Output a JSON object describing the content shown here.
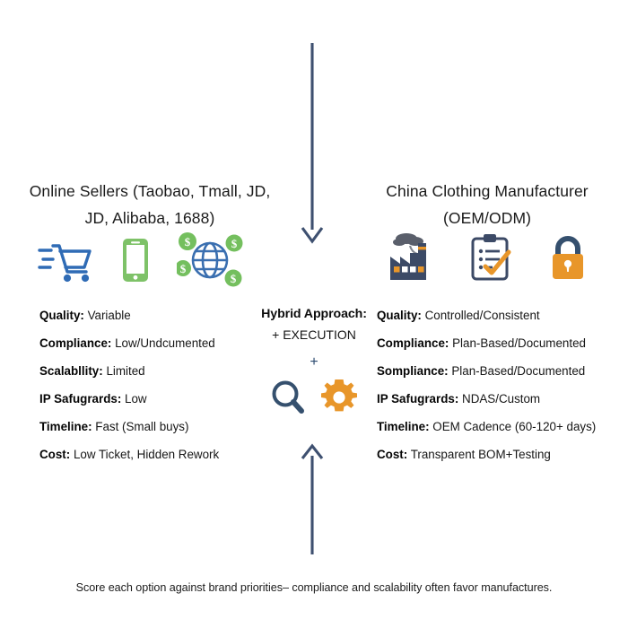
{
  "palette": {
    "arrow": "#3e5070",
    "navy": "#35506e",
    "cart_blue": "#2f6bb5",
    "globe_blue": "#3a6fb0",
    "green": "#7ec268",
    "coin_green": "#74bf5e",
    "orange": "#e8962a",
    "factory_navy": "#3c4a66",
    "smoke_grey": "#5a5f6b",
    "text": "#111111",
    "background": "#ffffff"
  },
  "arrows": {
    "top": {
      "name": "downward-arrow",
      "direction": "down"
    },
    "bottom": {
      "name": "upward-arrow",
      "direction": "up"
    }
  },
  "left_column": {
    "heading": "Online Sellers (Taobao, Tmall, JD, JD, Alibaba, 1688)",
    "heading_line1": "Online Sellers (Taobao, Tmall, JD,",
    "heading_line2": "JD, Alibaba, 1688)",
    "icons": [
      {
        "name": "shopping-cart-icon",
        "label": "shopping cart"
      },
      {
        "name": "mobile-phone-icon",
        "label": "mobile phone"
      },
      {
        "name": "globe-money-icon",
        "label": "globe with dollar coins"
      }
    ],
    "attributes": [
      {
        "key": "Quality:",
        "value": "Variable"
      },
      {
        "key": "Compliance:",
        "value": "Low/Undcumented"
      },
      {
        "key": "Scalabllity:",
        "value": "Limited"
      },
      {
        "key": "IP Safugrards:",
        "value": "Low"
      },
      {
        "key": "Timeline:",
        "value": "Fast (Small buys)"
      },
      {
        "key": "Cost:",
        "value": "Low Ticket, Hidden Rework"
      }
    ]
  },
  "right_column": {
    "heading": "China Clothing Manufacturer (OEM/ODM)",
    "heading_line1": "China Clothing Manufacturer",
    "heading_line2": "(OEM/ODM)",
    "icons": [
      {
        "name": "factory-icon",
        "label": "factory"
      },
      {
        "name": "clipboard-check-icon",
        "label": "clipboard checklist"
      },
      {
        "name": "padlock-icon",
        "label": "padlock"
      }
    ],
    "attributes": [
      {
        "key": "Quality:",
        "value": "Controlled/Consistent"
      },
      {
        "key": "Compliance:",
        "value": "Plan-Based/Documented"
      },
      {
        "key": "Sompliance:",
        "value": "Plan-Based/Documented"
      },
      {
        "key": "IP Safugrards:",
        "value": "NDAS/Custom"
      },
      {
        "key": "Timeline:",
        "value": "OEM Cadence (60-120+ days)"
      },
      {
        "key": "Cost:",
        "value": "Transparent BOM+Testing"
      }
    ]
  },
  "center": {
    "title": "Hybrid Approach:",
    "subtitle": "+ EXECUTION",
    "plus": "+",
    "icons": [
      {
        "name": "magnifier-icon",
        "label": "magnifying glass"
      },
      {
        "name": "gear-icon",
        "label": "gear"
      }
    ]
  },
  "caption": {
    "text": "Score each option against brand priorities– compliance and scalability often favor manufactures."
  }
}
